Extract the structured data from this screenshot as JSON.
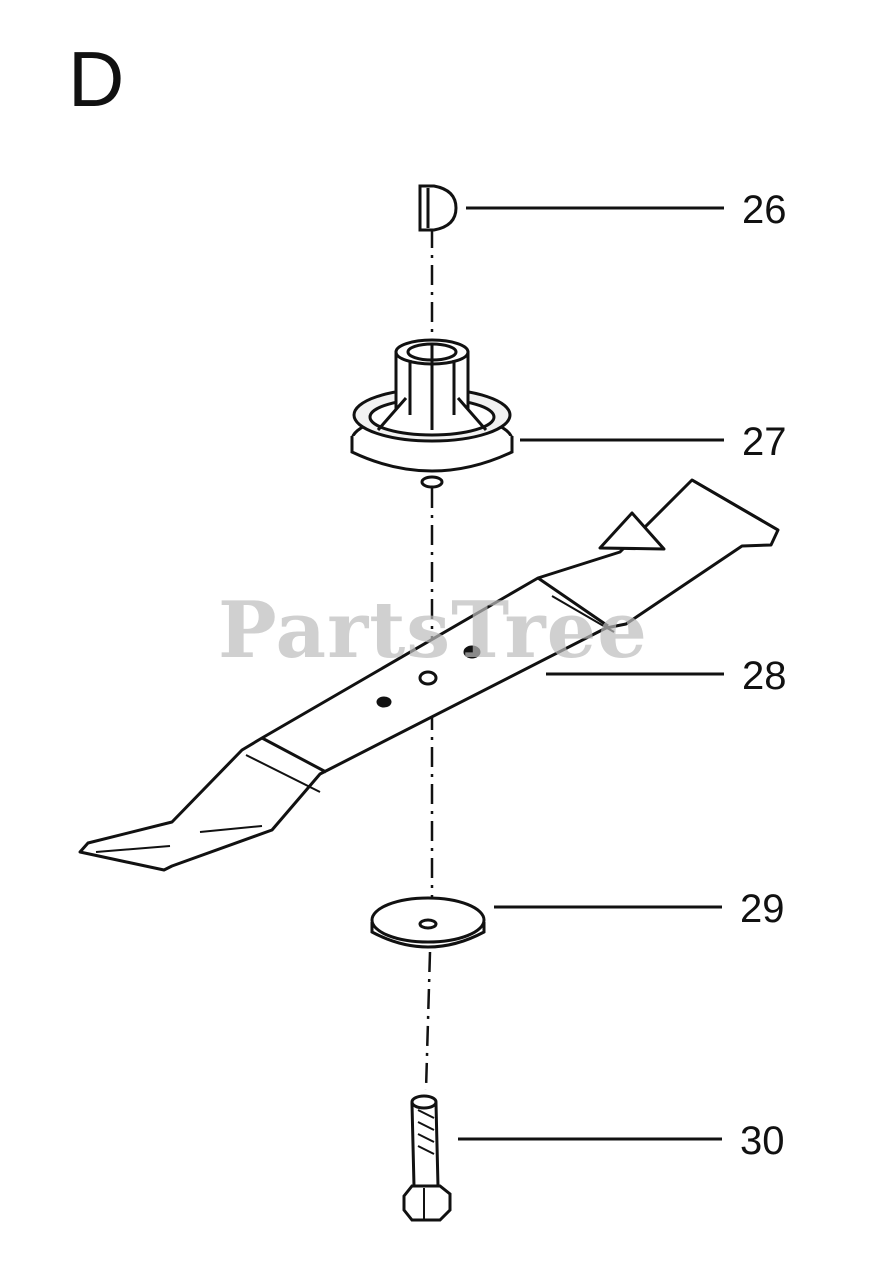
{
  "section_label": "D",
  "watermark": "PartsTree",
  "callouts": [
    {
      "number": "26",
      "part": "key"
    },
    {
      "number": "27",
      "part": "blade-hub"
    },
    {
      "number": "28",
      "part": "blade"
    },
    {
      "number": "29",
      "part": "washer"
    },
    {
      "number": "30",
      "part": "bolt"
    }
  ]
}
